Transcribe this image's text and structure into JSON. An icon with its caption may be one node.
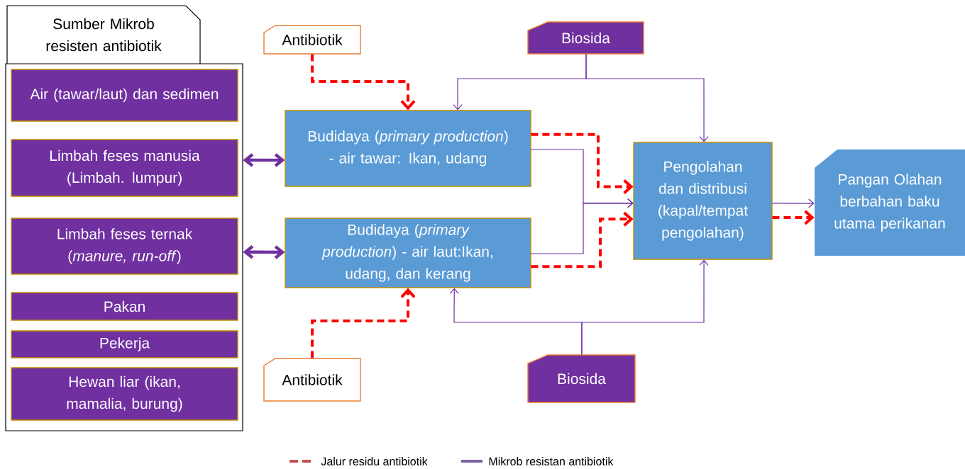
{
  "diagram": {
    "nodes": [
      {
        "text": [
          "Sumber Mikrob resisten antibiotik"
        ]
      },
      {
        "text": [
          "Air (tawar/laut) dan sedimen"
        ],
        "in": 0
      },
      {
        "text": [
          "Limbah feses manusia (Limbah. lumpur)"
        ],
        "in": 0
      },
      {
        "text": [
          "Limbah feses ternak (*manure, run-off*)"
        ],
        "in": 0
      },
      {
        "text": [
          "Pakan"
        ],
        "in": 0
      },
      {
        "text": [
          "Pekerja"
        ],
        "in": 0
      },
      {
        "text": [
          "Hewan liar (ikan, mamalia, burung)"
        ],
        "in": 0
      },
      {
        "text": [
          "Antibiotik"
        ]
      },
      {
        "text": [
          "Biosida"
        ]
      },
      {
        "text": [
          "Budidaya (*primary production*) - air tawar: Ikan, udang"
        ]
      },
      {
        "text": [
          "Budidaya (*primary production*) - air laut:Ikan, udang, dan kerang"
        ]
      },
      {
        "text": [
          "Pengolahan dan distribusi (kapal/tempat pengolahan)"
        ]
      },
      {
        "text": [
          "Pangan Olahan berbahan baku utama perikanan"
        ]
      },
      {
        "text": [
          "Antibiotik"
        ]
      },
      {
        "text": [
          "Biosida"
        ]
      }
    ],
    "edges": [
      {
        "from": 0,
        "to": 9,
        "arrow": "both",
        "style": "thick"
      },
      {
        "from": 0,
        "to": 10,
        "arrow": "both",
        "style": "thick"
      },
      {
        "from": 7,
        "to": 9,
        "arrow": "to",
        "style": "dashed",
        "color": "#ff0000"
      },
      {
        "from": 8,
        "to": 9,
        "arrow": "to"
      },
      {
        "from": 8,
        "to": 11,
        "arrow": "to"
      },
      {
        "from": 9,
        "to": 11,
        "arrow": "to",
        "style": "dashed",
        "color": "#ff0000"
      },
      {
        "from": 9,
        "to": 11,
        "arrow": "to"
      },
      {
        "from": 10,
        "to": 11,
        "arrow": "to"
      },
      {
        "from": 10,
        "to": 11,
        "arrow": "to",
        "style": "dashed",
        "color": "#ff0000"
      },
      {
        "from": 11,
        "to": 12,
        "arrow": "to"
      },
      {
        "from": 11,
        "to": 12,
        "arrow": "to",
        "style": "dashed",
        "color": "#ff0000"
      },
      {
        "from": 13,
        "to": 10,
        "arrow": "to",
        "style": "dashed",
        "color": "#ff0000"
      },
      {
        "from": 14,
        "to": 10,
        "arrow": "to"
      },
      {
        "from": 14,
        "to": 11,
        "arrow": "to"
      }
    ],
    "legend": [
      {
        "text": "Jalur residu antibiotik"
      },
      {
        "text": "Mikrob resistan antibiotik"
      }
    ]
  }
}
